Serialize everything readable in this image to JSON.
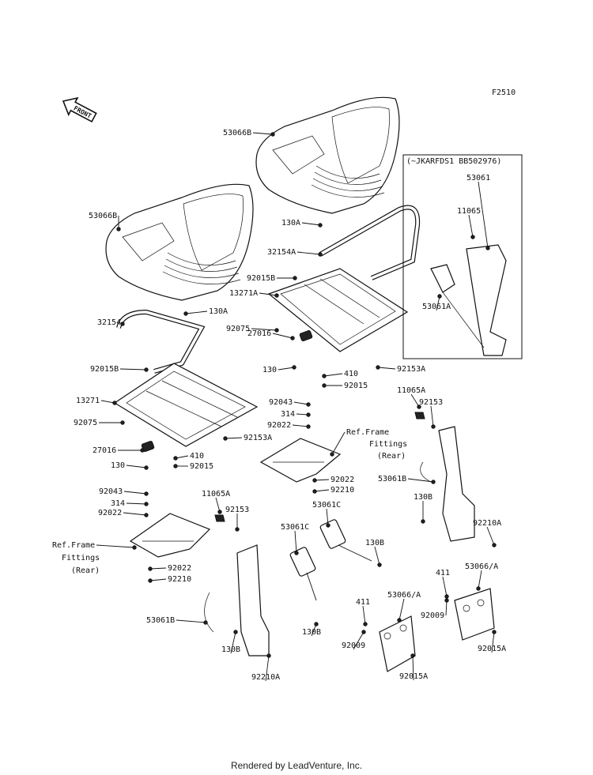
{
  "figure_code": "F2510",
  "front_label": "FRONT",
  "footer": "Rendered by LeadVenture, Inc.",
  "inset_note": "(~JKARFDS1 BB502976)",
  "labels": [
    {
      "id": "l-53066B-r",
      "text": "53066B"
    },
    {
      "id": "l-53066B-l",
      "text": "53066B"
    },
    {
      "id": "l-53061",
      "text": "53061"
    },
    {
      "id": "l-11065",
      "text": "11065"
    },
    {
      "id": "l-53061A",
      "text": "53061A"
    },
    {
      "id": "l-130A-r",
      "text": "130A"
    },
    {
      "id": "l-32154A",
      "text": "32154A"
    },
    {
      "id": "l-92015B-r",
      "text": "92015B"
    },
    {
      "id": "l-13271A",
      "text": "13271A"
    },
    {
      "id": "l-32154",
      "text": "32154"
    },
    {
      "id": "l-130A-l",
      "text": "130A"
    },
    {
      "id": "l-92075-r",
      "text": "92075"
    },
    {
      "id": "l-27016-r",
      "text": "27016"
    },
    {
      "id": "l-130-r",
      "text": "130"
    },
    {
      "id": "l-410-r",
      "text": "410"
    },
    {
      "id": "l-92015-r",
      "text": "92015"
    },
    {
      "id": "l-92153A-r",
      "text": "92153A"
    },
    {
      "id": "l-92015B-l",
      "text": "92015B"
    },
    {
      "id": "l-13271",
      "text": "13271"
    },
    {
      "id": "l-92075-l",
      "text": "92075"
    },
    {
      "id": "l-92043-r",
      "text": "92043"
    },
    {
      "id": "l-314-r",
      "text": "314"
    },
    {
      "id": "l-92022-r1",
      "text": "92022"
    },
    {
      "id": "l-92153A-l",
      "text": "92153A"
    },
    {
      "id": "l-27016-l",
      "text": "27016"
    },
    {
      "id": "l-130-l",
      "text": "130"
    },
    {
      "id": "l-410-l",
      "text": "410"
    },
    {
      "id": "l-92015-l",
      "text": "92015"
    },
    {
      "id": "l-11065A-r",
      "text": "11065A"
    },
    {
      "id": "l-92153-r",
      "text": "92153"
    },
    {
      "id": "l-ref-r1",
      "text": "Ref.Frame"
    },
    {
      "id": "l-ref-r2",
      "text": "Fittings"
    },
    {
      "id": "l-ref-r3",
      "text": "(Rear)"
    },
    {
      "id": "l-92022-r2",
      "text": "92022"
    },
    {
      "id": "l-92210-r",
      "text": "92210"
    },
    {
      "id": "l-53061B-r",
      "text": "53061B"
    },
    {
      "id": "l-92043-l",
      "text": "92043"
    },
    {
      "id": "l-314-l",
      "text": "314"
    },
    {
      "id": "l-92022-l1",
      "text": "92022"
    },
    {
      "id": "l-11065A-l",
      "text": "11065A"
    },
    {
      "id": "l-92153-l",
      "text": "92153"
    },
    {
      "id": "l-53061C-1",
      "text": "53061C"
    },
    {
      "id": "l-53061C-2",
      "text": "53061C"
    },
    {
      "id": "l-130B-r",
      "text": "130B"
    },
    {
      "id": "l-92210A-r",
      "text": "92210A"
    },
    {
      "id": "l-ref-l1",
      "text": "Ref.Frame"
    },
    {
      "id": "l-ref-l2",
      "text": "Fittings"
    },
    {
      "id": "l-ref-l3",
      "text": "(Rear)"
    },
    {
      "id": "l-92022-l2",
      "text": "92022"
    },
    {
      "id": "l-92210-l",
      "text": "92210"
    },
    {
      "id": "l-130B-m1",
      "text": "130B"
    },
    {
      "id": "l-411-r",
      "text": "411"
    },
    {
      "id": "l-53066A-r",
      "text": "53066/A"
    },
    {
      "id": "l-53066A-m",
      "text": "53066/A"
    },
    {
      "id": "l-92009-r",
      "text": "92009"
    },
    {
      "id": "l-411-m",
      "text": "411"
    },
    {
      "id": "l-53061B-l",
      "text": "53061B"
    },
    {
      "id": "l-130B-m2",
      "text": "130B"
    },
    {
      "id": "l-92015A-r",
      "text": "92015A"
    },
    {
      "id": "l-92009-m",
      "text": "92009"
    },
    {
      "id": "l-130B-l",
      "text": "130B"
    },
    {
      "id": "l-92015A-m",
      "text": "92015A"
    },
    {
      "id": "l-92210A-l",
      "text": "92210A"
    }
  ]
}
